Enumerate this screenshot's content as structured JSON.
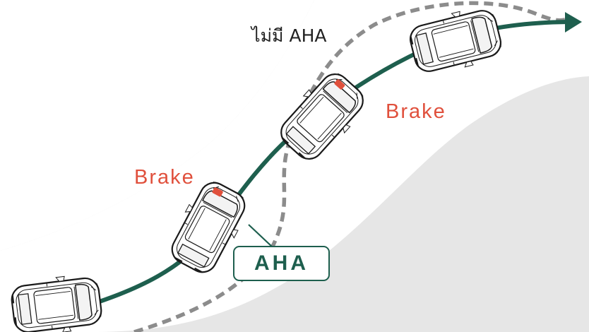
{
  "colors": {
    "road": "#ffffff",
    "background": "#e6e6e6",
    "aha_path": "#1e5f4e",
    "no_aha_path": "#8c8c8c",
    "brake": "#e0503c",
    "label_dark": "#222222"
  },
  "labels": {
    "no_aha": "ไม่มี AHA",
    "brake_right": "Brake",
    "brake_left": "Brake",
    "aha": "AHA"
  },
  "icons": {
    "arrow": "arrow-head-icon",
    "car": "car-top-view-icon"
  }
}
